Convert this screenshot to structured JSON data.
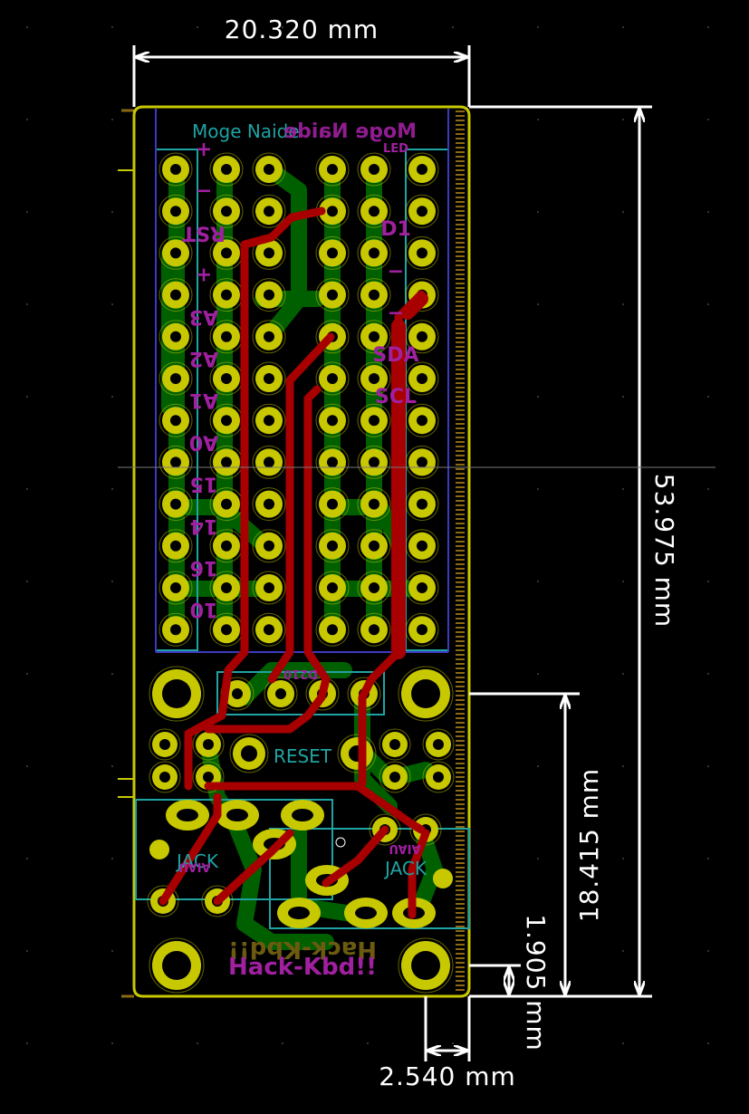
{
  "dimensions": {
    "width": "20.320 mm",
    "height": "53.975 mm",
    "jack_height": "18.415 mm",
    "bottom_offset": "1.905 mm",
    "edge_offset": "2.540 mm"
  },
  "board_labels": {
    "module_name": "Moge Naide",
    "module_name_mirror": "Moge Naide",
    "right_side_header": "LED",
    "left_pins": [
      "+",
      "−",
      "RST",
      "+",
      "A3",
      "A2",
      "A1",
      "A0",
      "15",
      "14",
      "16",
      "10"
    ],
    "right_pins": [
      "",
      "D1",
      "−",
      "−",
      "SDA",
      "SCL",
      "",
      "",
      "",
      "",
      "",
      ""
    ],
    "tactile_switch_label": "D210",
    "reset_label": "RESET",
    "jack_left_label": "JACK",
    "jack_right_label": "JACK",
    "jack_left_sub": "AIAU",
    "jack_right_sub": "AIAU",
    "brand": "Hack-Kbd!!"
  },
  "colors": {
    "background": "#000000",
    "board_outline": "#c8c800",
    "pad": "#c8c800",
    "pad_hole": "#000000",
    "front_copper": "#a80000",
    "back_copper": "#006000",
    "silk_front": "#1fa3a3",
    "silk_back": "#a020a0",
    "dimension": "#ffffff"
  }
}
